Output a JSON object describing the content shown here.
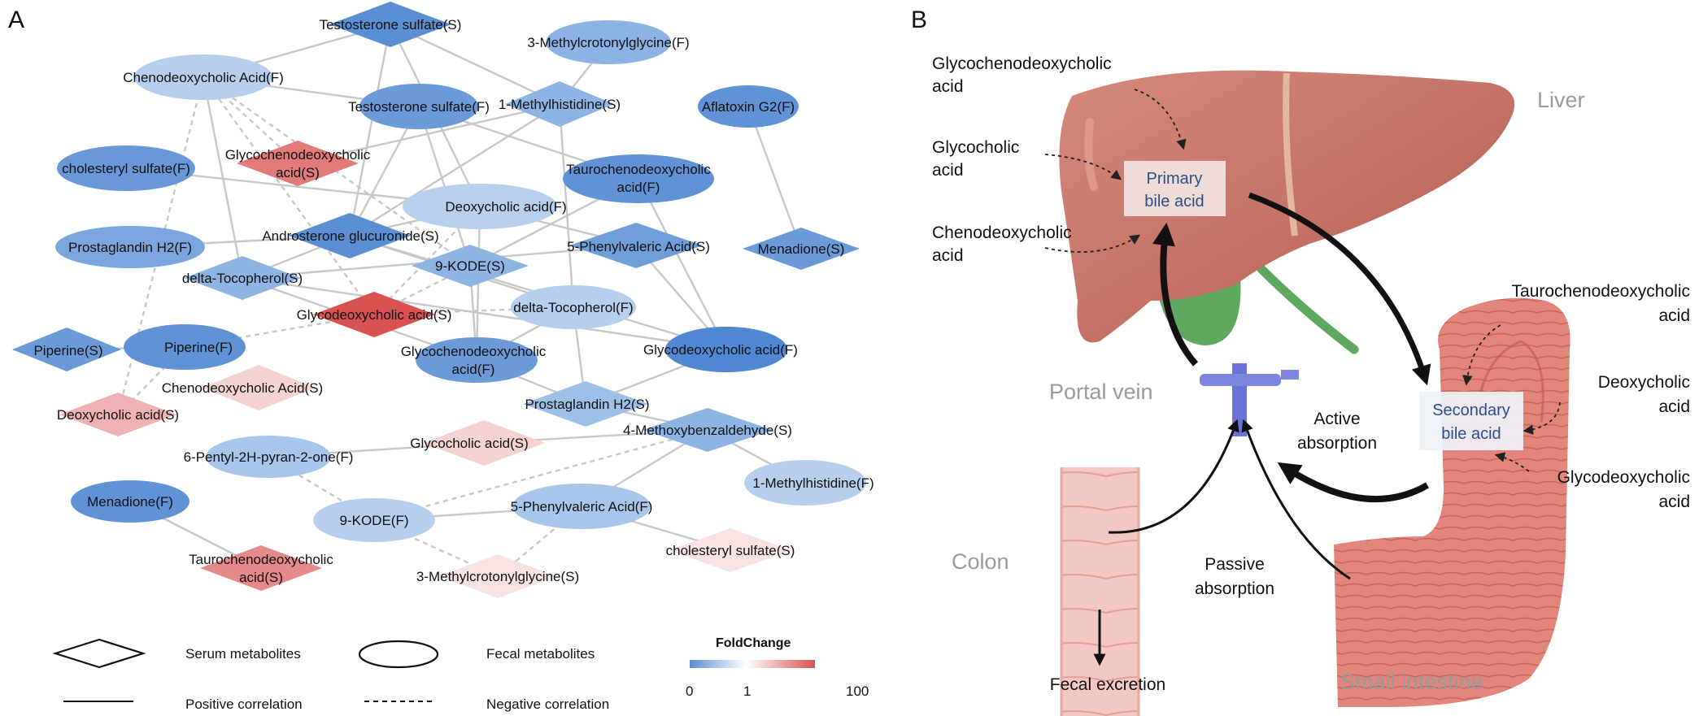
{
  "panel_a": {
    "letter": "A",
    "nodes": [
      {
        "key": "testosterone_sulfate_s",
        "label": "Testosterone sulfate(S)",
        "shape": "diamond",
        "color": "#5b8fd4"
      },
      {
        "key": "methylcrotonylglycine_f",
        "label": "3-Methylcrotonylglycine(F)",
        "shape": "ellipse",
        "color": "#8db3e4"
      },
      {
        "key": "chenodeoxycholic_acid_f",
        "label": "Chenodeoxycholic Acid(F)",
        "shape": "ellipse",
        "color": "#b6cfee"
      },
      {
        "key": "testosterone_sulfate_f",
        "label": "Testosterone sulfate(F)",
        "shape": "ellipse",
        "color": "#6a9ad8"
      },
      {
        "key": "methylhistidine_s",
        "label": "1-Methylhistidine(S)",
        "shape": "diamond",
        "color": "#8eb4e4"
      },
      {
        "key": "aflatoxin_g2_f",
        "label": "Aflatoxin G2(F)",
        "shape": "ellipse",
        "color": "#5f93d6"
      },
      {
        "key": "cholesteryl_sulfate_f",
        "label": "cholesteryl sulfate(F)",
        "shape": "ellipse",
        "color": "#6898d8"
      },
      {
        "key": "glycochenodeoxycholic_acid_s",
        "label_lines": [
          "Glycochenodeoxycholic",
          "acid(S)"
        ],
        "shape": "diamond",
        "color": "#e27a7a"
      },
      {
        "key": "taurochenodeoxycholic_acid_f",
        "label_lines": [
          "Taurochenodeoxycholic",
          "acid(F)"
        ],
        "shape": "ellipse",
        "color": "#5f93d6"
      },
      {
        "key": "deoxycholic_acid_f",
        "label": "Deoxycholic acid(F)",
        "shape": "ellipse",
        "color": "#b8d0ee"
      },
      {
        "key": "prostaglandin_h2_f",
        "label": "Prostaglandin H2(F)",
        "shape": "ellipse",
        "color": "#7aa6dd"
      },
      {
        "key": "androsterone_glucuronide_s",
        "label": "Androsterone glucuronide(S)",
        "shape": "diamond",
        "color": "#5b8fd4"
      },
      {
        "key": "menadione_s",
        "label": "Menadione(S)",
        "shape": "diamond",
        "color": "#6a9ad8"
      },
      {
        "key": "kode_s",
        "label": "9-KODE(S)",
        "shape": "diamond",
        "color": "#8eb4e4"
      },
      {
        "key": "phenylvaleric_acid_s",
        "label": "5-Phenylvaleric Acid(S)",
        "shape": "diamond",
        "color": "#6f9fd9"
      },
      {
        "key": "delta_tocopherol_s",
        "label": "delta-Tocopherol(S)",
        "shape": "diamond",
        "color": "#8eb4e4"
      },
      {
        "key": "glycodeoxycholic_acid_s",
        "label": "Glycodeoxycholic acid(S)",
        "shape": "diamond",
        "color": "#d95252"
      },
      {
        "key": "delta_tocopherol_f",
        "label": "delta-Tocopherol(F)",
        "shape": "ellipse",
        "color": "#b6cfee"
      },
      {
        "key": "piperine_s",
        "label": "Piperine(S)",
        "shape": "diamond",
        "color": "#6a9ad8"
      },
      {
        "key": "piperine_f",
        "label": "Piperine(F)",
        "shape": "ellipse",
        "color": "#5f93d6"
      },
      {
        "key": "glycochenodeoxycholic_acid_f",
        "label_lines": [
          "Glycochenodeoxycholic",
          "acid(F)"
        ],
        "shape": "ellipse",
        "color": "#6a9ad8"
      },
      {
        "key": "glycodeoxycholic_acid_f",
        "label": "Glycodeoxycholic acid(F)",
        "shape": "ellipse",
        "color": "#5087d2"
      },
      {
        "key": "chenodeoxycholic_acid_s",
        "label": "Chenodeoxycholic Acid(S)",
        "shape": "diamond",
        "color": "#f5d3d3"
      },
      {
        "key": "deoxycholic_acid_s",
        "label": "Deoxycholic acid(S)",
        "shape": "diamond",
        "color": "#efb1b1"
      },
      {
        "key": "prostaglandin_h2_s",
        "label": "Prostaglandin H2(S)",
        "shape": "diamond",
        "color": "#9cc0e8"
      },
      {
        "key": "methoxybenzaldehyde_s",
        "label": "4-Methoxybenzaldehyde(S)",
        "shape": "diamond",
        "color": "#8eb4e4"
      },
      {
        "key": "pentyl_pyranone_f",
        "label": "6-Pentyl-2H-pyran-2-one(F)",
        "shape": "ellipse",
        "color": "#a8c6ec"
      },
      {
        "key": "glycocholic_acid_s",
        "label": "Glycocholic acid(S)",
        "shape": "diamond",
        "color": "#f6d3d3"
      },
      {
        "key": "methylhistidine_f",
        "label": "1-Methylhistidine(F)",
        "shape": "ellipse",
        "color": "#b6cfee"
      },
      {
        "key": "menadione_f",
        "label": "Menadione(F)",
        "shape": "ellipse",
        "color": "#5f93d6"
      },
      {
        "key": "kode_f",
        "label": "9-KODE(F)",
        "shape": "ellipse",
        "color": "#b6cfee"
      },
      {
        "key": "phenylvaleric_acid_f",
        "label": "5-Phenylvaleric Acid(F)",
        "shape": "ellipse",
        "color": "#a8c6ec"
      },
      {
        "key": "taurochenodeoxycholic_acid_s",
        "label_lines": [
          "Taurochenodeoxycholic",
          "acid(S)"
        ],
        "shape": "diamond",
        "color": "#e58a8a"
      },
      {
        "key": "methylcrotonylglycine_s",
        "label": "3-Methylcrotonylglycine(S)",
        "shape": "diamond",
        "color": "#f8e2e2"
      },
      {
        "key": "cholesteryl_sulfate_s",
        "label": "cholesteryl sulfate(S)",
        "shape": "diamond",
        "color": "#f8e2e2"
      }
    ],
    "positive_edges": [
      [
        "testosterone_sulfate_s",
        "chenodeoxycholic_acid_f"
      ],
      [
        "testosterone_sulfate_s",
        "methylhistidine_s"
      ],
      [
        "testosterone_sulfate_s",
        "deoxycholic_acid_f"
      ],
      [
        "testosterone_sulfate_s",
        "androsterone_glucuronide_s"
      ],
      [
        "chenodeoxycholic_acid_f",
        "testosterone_sulfate_f"
      ],
      [
        "chenodeoxycholic_acid_f",
        "delta_tocopherol_s"
      ],
      [
        "methylcrotonylglycine_f",
        "methylhistidine_s"
      ],
      [
        "testosterone_sulfate_f",
        "androsterone_glucuronide_s"
      ],
      [
        "testosterone_sulfate_f",
        "kode_s"
      ],
      [
        "testosterone_sulfate_f",
        "taurochenodeoxycholic_acid_f"
      ],
      [
        "methylhistidine_s",
        "androsterone_glucuronide_s"
      ],
      [
        "methylhistidine_s",
        "delta_tocopherol_f"
      ],
      [
        "methylhistidine_s",
        "glycochenodeoxycholic_acid_s"
      ],
      [
        "aflatoxin_g2_f",
        "menadione_s"
      ],
      [
        "cholesteryl_sulfate_f",
        "deoxycholic_acid_f"
      ],
      [
        "taurochenodeoxycholic_acid_f",
        "kode_s"
      ],
      [
        "taurochenodeoxycholic_acid_f",
        "glycodeoxycholic_acid_f"
      ],
      [
        "deoxycholic_acid_f",
        "androsterone_glucuronide_s"
      ],
      [
        "deoxycholic_acid_f",
        "glycochenodeoxycholic_acid_f"
      ],
      [
        "deoxycholic_acid_f",
        "phenylvaleric_acid_s"
      ],
      [
        "prostaglandin_h2_f",
        "androsterone_glucuronide_s"
      ],
      [
        "androsterone_glucuronide_s",
        "delta_tocopherol_s"
      ],
      [
        "androsterone_glucuronide_s",
        "delta_tocopherol_f"
      ],
      [
        "androsterone_glucuronide_s",
        "glycodeoxycholic_acid_f"
      ],
      [
        "phenylvaleric_acid_s",
        "delta_tocopherol_s"
      ],
      [
        "phenylvaleric_acid_s",
        "glycodeoxycholic_acid_f"
      ],
      [
        "kode_s",
        "glycochenodeoxycholic_acid_f"
      ],
      [
        "delta_tocopherol_s",
        "glycochenodeoxycholic_acid_f"
      ],
      [
        "delta_tocopherol_s",
        "glycodeoxycholic_acid_f"
      ],
      [
        "delta_tocopherol_f",
        "prostaglandin_h2_s"
      ],
      [
        "delta_tocopherol_f",
        "glycochenodeoxycholic_acid_f"
      ],
      [
        "glycochenodeoxycholic_acid_f",
        "prostaglandin_h2_s"
      ],
      [
        "glycodeoxycholic_acid_f",
        "prostaglandin_h2_s"
      ],
      [
        "piperine_s",
        "piperine_f"
      ],
      [
        "pentyl_pyranone_f",
        "glycocholic_acid_s"
      ],
      [
        "glycocholic_acid_s",
        "methoxybenzaldehyde_s"
      ],
      [
        "methoxybenzaldehyde_s",
        "phenylvaleric_acid_f"
      ],
      [
        "methoxybenzaldehyde_s",
        "methylhistidine_f"
      ],
      [
        "kode_f",
        "phenylvaleric_acid_f"
      ],
      [
        "phenylvaleric_acid_f",
        "cholesteryl_sulfate_s"
      ],
      [
        "menadione_f",
        "taurochenodeoxycholic_acid_s"
      ],
      [
        "prostaglandin_h2_s",
        "methoxybenzaldehyde_s"
      ]
    ],
    "negative_edges": [
      [
        "chenodeoxycholic_acid_f",
        "glycochenodeoxycholic_acid_s"
      ],
      [
        "chenodeoxycholic_acid_f",
        "glycodeoxycholic_acid_s"
      ],
      [
        "chenodeoxycholic_acid_f",
        "kode_s"
      ],
      [
        "chenodeoxycholic_acid_f",
        "deoxycholic_acid_s"
      ],
      [
        "deoxycholic_acid_f",
        "glycodeoxycholic_acid_s"
      ],
      [
        "glycodeoxycholic_acid_s",
        "delta_tocopherol_f"
      ],
      [
        "glycodeoxycholic_acid_s",
        "piperine_f"
      ],
      [
        "piperine_f",
        "deoxycholic_acid_s"
      ],
      [
        "pentyl_pyranone_f",
        "kode_f"
      ],
      [
        "kode_f",
        "methoxybenzaldehyde_s"
      ],
      [
        "kode_f",
        "methylcrotonylglycine_s"
      ],
      [
        "phenylvaleric_acid_f",
        "methylcrotonylglycine_s"
      ],
      [
        "kode_s",
        "glycodeoxycholic_acid_s"
      ]
    ],
    "legend": {
      "serum": "Serum metabolites",
      "fecal": "Fecal metabolites",
      "positive": "Positive correlation",
      "negative": "Negative correlation"
    },
    "foldchange": {
      "title": "FoldChange",
      "ticks": [
        "0",
        "1",
        "100"
      ],
      "color_low": "#5b8fd4",
      "color_mid": "#ffffff",
      "color_high": "#d95252"
    }
  },
  "panel_b": {
    "letter": "B",
    "organs": {
      "liver": "Liver",
      "portal_vein": "Portal vein",
      "colon": "Colon",
      "small_intestine": "Small intestine"
    },
    "primary_box": [
      "Primary",
      "bile acid"
    ],
    "secondary_box": [
      "Secondary",
      "bile acid"
    ],
    "primary_acids": [
      [
        "Glycochenodeoxycholic",
        "acid"
      ],
      [
        "Glycocholic",
        "acid"
      ],
      [
        "Chenodeoxycholic",
        "acid"
      ]
    ],
    "secondary_acids": [
      [
        "Taurochenodeoxycholic",
        "acid"
      ],
      [
        "Deoxycholic",
        "acid"
      ],
      [
        "Glycodeoxycholic",
        "acid"
      ]
    ],
    "processes": {
      "active": [
        "Active",
        "absorption"
      ],
      "passive": [
        "Passive",
        "absorption"
      ],
      "fecal": "Fecal excretion"
    },
    "colors": {
      "liver": "#c87466",
      "gallbladder": "#5da85e",
      "intestine": "#e4857a",
      "colon": "#f3c2bd",
      "vein": "#6b72d6",
      "box_text": "#2c4f8a"
    }
  }
}
